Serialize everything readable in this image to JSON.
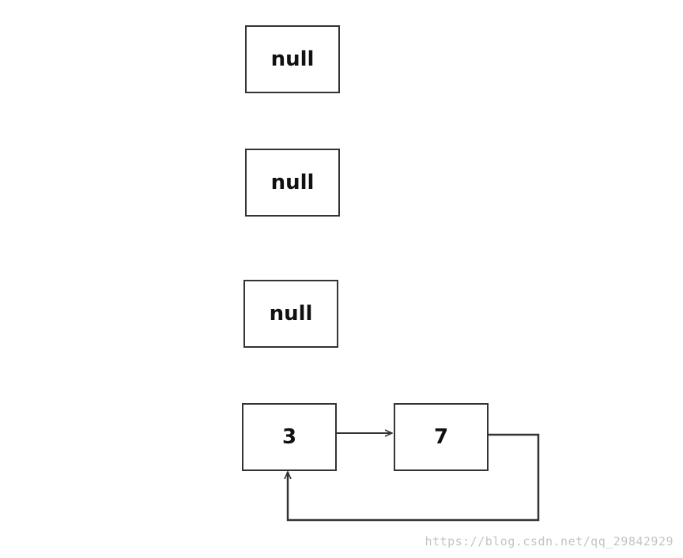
{
  "diagram": {
    "slots": [
      {
        "label": "null"
      },
      {
        "label": "null"
      },
      {
        "label": "null"
      }
    ],
    "chain": [
      {
        "label": "3"
      },
      {
        "label": "7"
      }
    ],
    "line_color": "#333333"
  },
  "watermark": {
    "text": "https://blog.csdn.net/qq_29842929"
  }
}
